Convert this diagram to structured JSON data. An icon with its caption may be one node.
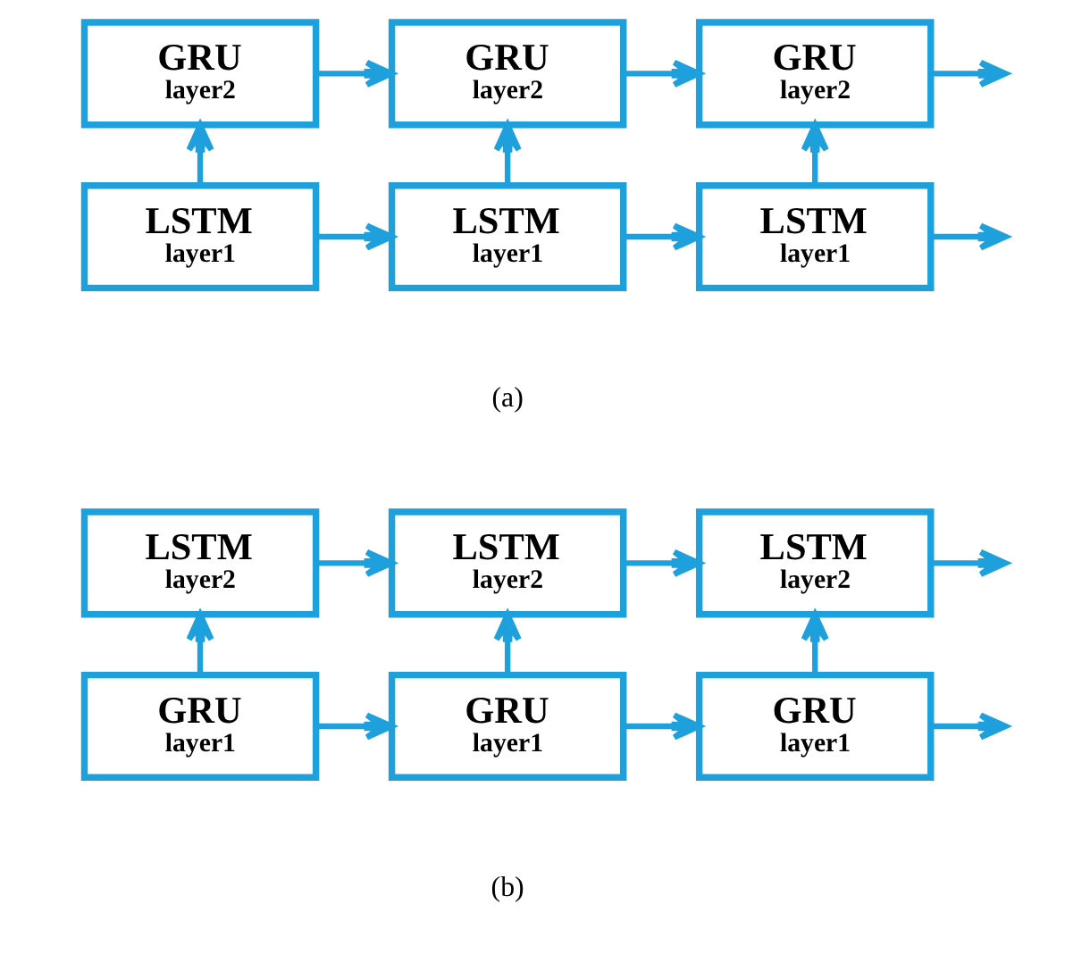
{
  "diagram": {
    "nodes": [
      {
        "text": [
          "GRU",
          "layer2"
        ]
      },
      {
        "text": [
          "GRU",
          "layer2"
        ]
      },
      {
        "text": [
          "GRU",
          "layer2"
        ]
      },
      {
        "text": [
          "LSTM",
          "layer1"
        ]
      },
      {
        "text": [
          "LSTM",
          "layer1"
        ]
      },
      {
        "text": [
          "LSTM",
          "layer1"
        ]
      },
      {
        "text": [
          "LSTM",
          "layer2"
        ]
      },
      {
        "text": [
          "LSTM",
          "layer2"
        ]
      },
      {
        "text": [
          "LSTM",
          "layer2"
        ]
      },
      {
        "text": [
          "GRU",
          "layer1"
        ]
      },
      {
        "text": [
          "GRU",
          "layer1"
        ]
      },
      {
        "text": [
          "GRU",
          "layer1"
        ]
      }
    ],
    "edges": [
      {
        "from": 0,
        "to": 1,
        "arrow": "to"
      },
      {
        "from": 1,
        "to": 2,
        "arrow": "to"
      },
      {
        "from": 2,
        "to": null,
        "arrow": "to"
      },
      {
        "from": 3,
        "to": 4,
        "arrow": "to"
      },
      {
        "from": 4,
        "to": 5,
        "arrow": "to"
      },
      {
        "from": 5,
        "to": null,
        "arrow": "to"
      },
      {
        "from": 3,
        "to": 0,
        "arrow": "to"
      },
      {
        "from": 4,
        "to": 1,
        "arrow": "to"
      },
      {
        "from": 5,
        "to": 2,
        "arrow": "to"
      },
      {
        "from": 6,
        "to": 7,
        "arrow": "to"
      },
      {
        "from": 7,
        "to": 8,
        "arrow": "to"
      },
      {
        "from": 8,
        "to": null,
        "arrow": "to"
      },
      {
        "from": 9,
        "to": 10,
        "arrow": "to"
      },
      {
        "from": 10,
        "to": 11,
        "arrow": "to"
      },
      {
        "from": 11,
        "to": null,
        "arrow": "to"
      },
      {
        "from": 9,
        "to": 6,
        "arrow": "to"
      },
      {
        "from": 10,
        "to": 7,
        "arrow": "to"
      },
      {
        "from": 11,
        "to": 8,
        "arrow": "to"
      }
    ],
    "labels": [
      "(a)",
      "(b)"
    ]
  }
}
